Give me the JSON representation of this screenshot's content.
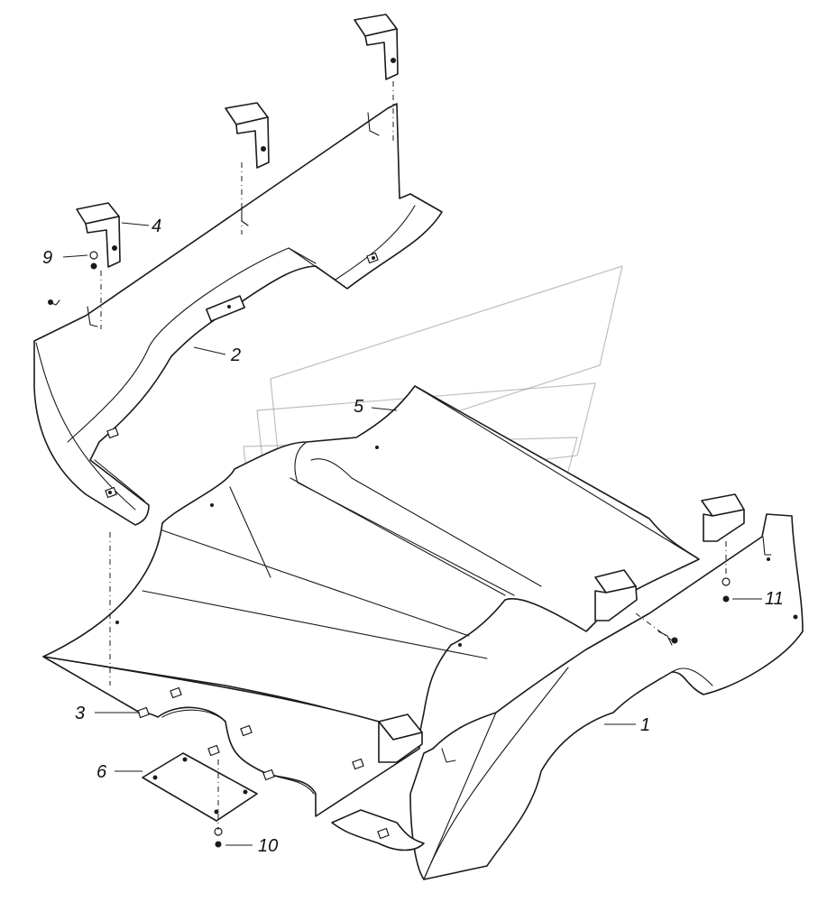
{
  "callouts": {
    "c1": "1",
    "c2": "2",
    "c3": "3",
    "c4": "4",
    "c5": "5",
    "c6": "6",
    "c9": "9",
    "c10": "10",
    "c11": "11"
  },
  "colors": {
    "line": "#1a1a1a",
    "watermark": "#8a8a8a",
    "background": "#ffffff"
  }
}
